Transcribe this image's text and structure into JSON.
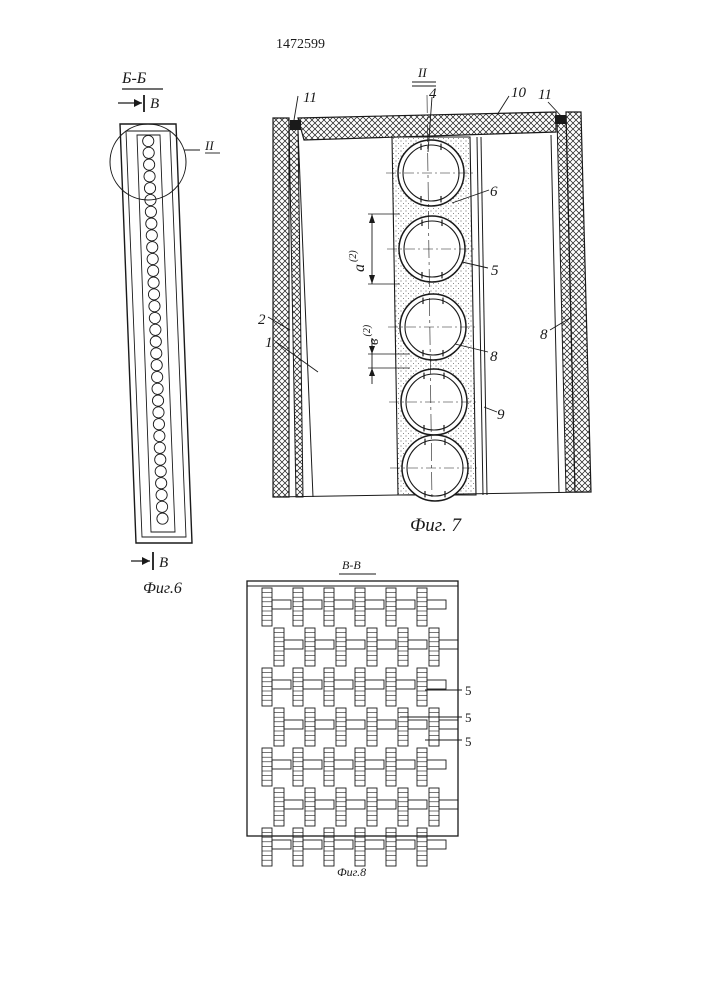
{
  "patent_number": "1472599",
  "fig6": {
    "section_label": "Б-Б",
    "arrow_label_top": "В",
    "arrow_label_bottom": "В",
    "detail_label": "II",
    "caption": "Фиг.6"
  },
  "fig7": {
    "detail_label": "II",
    "caption": "Фиг. 7",
    "labels": {
      "p1": "1",
      "p2": "2",
      "p4": "4",
      "p5": "5",
      "p6": "6",
      "p8a": "8",
      "p8b": "8",
      "p9": "9",
      "p10": "10",
      "p11a": "11",
      "p11b": "11"
    },
    "dim_a": "a",
    "dim_a_sup": "(2)",
    "dim_b": "в",
    "dim_b_sup": "(2)"
  },
  "fig8": {
    "section_label": "В-В",
    "caption": "Фиг.8",
    "labels": [
      "5",
      "5",
      "5"
    ]
  }
}
